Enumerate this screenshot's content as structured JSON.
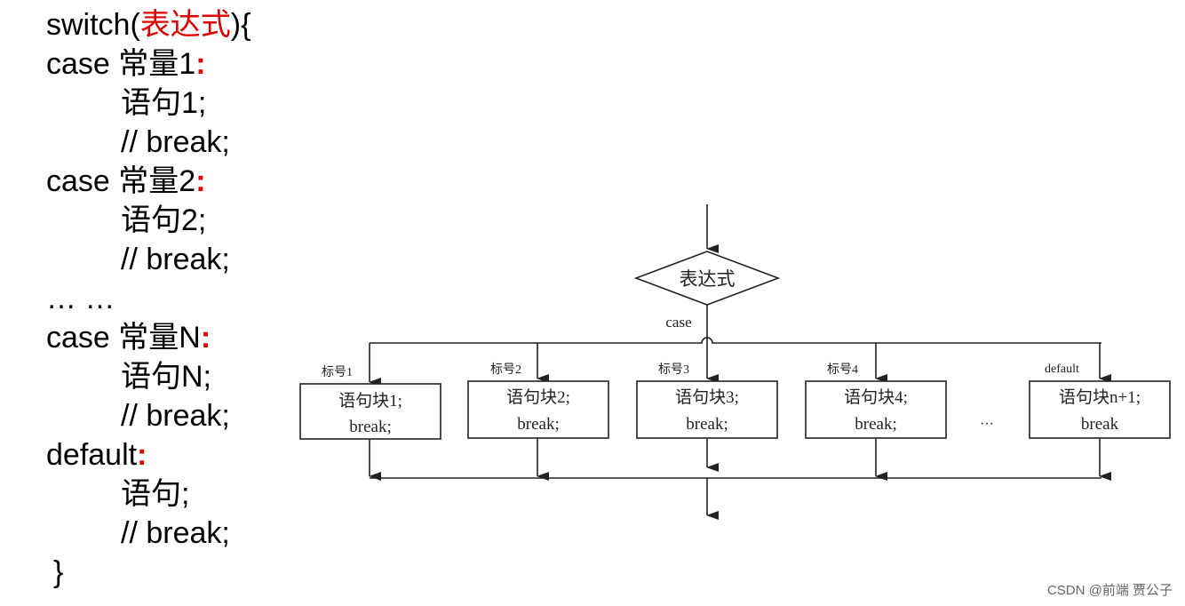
{
  "code": {
    "l1_pre": "switch(",
    "l1_expr": "表达式",
    "l1_post": "){",
    "case1": "case 常量1",
    "colon": ":",
    "stmt1": "语句1;",
    "brk": "// break;",
    "case2": "case 常量2",
    "stmt2": "语句2;",
    "dots": "… …",
    "caseN": "case 常量N",
    "stmtN": "语句N;",
    "default": "default",
    "stmt": "语句;",
    "close": "}"
  },
  "flow": {
    "diamond": "表达式",
    "case_label": "case",
    "labels": [
      "标号1",
      "标号2",
      "标号3",
      "标号4",
      "default"
    ],
    "blocks": [
      [
        "语句块1;",
        "break;"
      ],
      [
        "语句块2;",
        "break;"
      ],
      [
        "语句块3;",
        "break;"
      ],
      [
        "语句块4;",
        "break;"
      ],
      [
        "语句块n+1;",
        "break"
      ]
    ],
    "ellipsis": "···"
  },
  "watermark": "CSDN @前端 贾公子"
}
